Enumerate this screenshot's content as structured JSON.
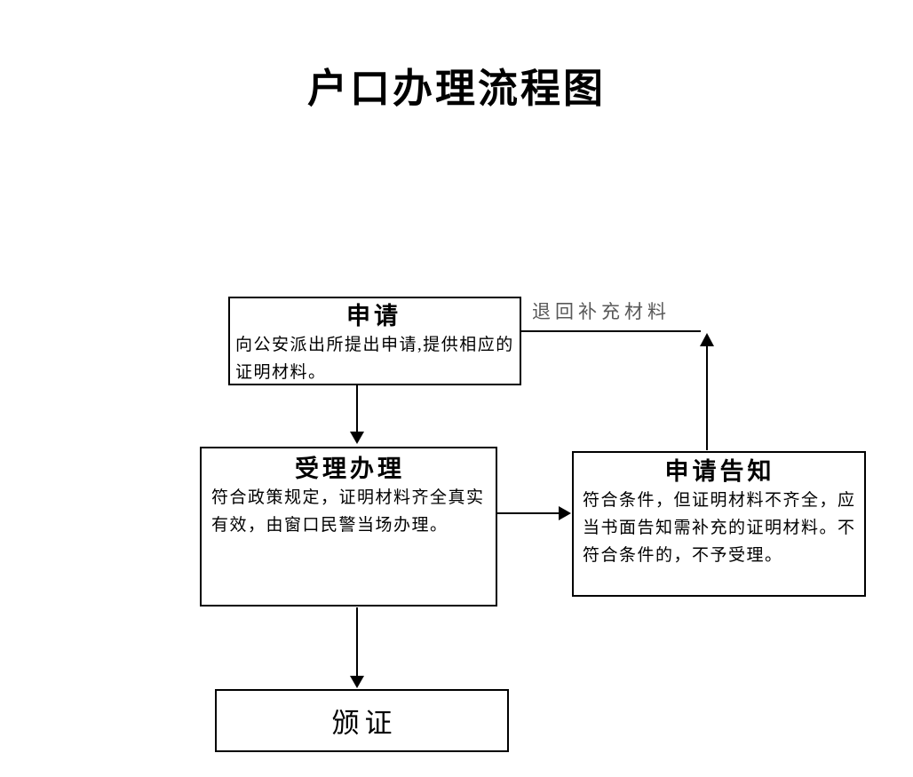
{
  "page": {
    "title": "户口办理流程图",
    "background_color": "#ffffff"
  },
  "flowchart": {
    "colors": {
      "line": "#000000",
      "node_border": "#000000",
      "node_text": "#000000",
      "edge_label_text": "#595959"
    },
    "nodes": [
      {
        "id": "apply",
        "title": "申请",
        "body_lines": [
          "向公安派出所提出申请,提供相应的",
          "证明材料。"
        ]
      },
      {
        "id": "process",
        "title": "受理办理",
        "body_lines": [
          "符合政策规定，证明材料齐全真实",
          "有效，由窗口民警当场办理。"
        ]
      },
      {
        "id": "notify",
        "title": "申请告知",
        "body_lines": [
          "符合条件，但证明材料不齐全，应",
          "当书面告知需补充的证明材料。不",
          "符合条件的，不予受理。"
        ]
      },
      {
        "id": "issue",
        "title": "颁证",
        "body_lines": []
      }
    ],
    "edges": [
      {
        "from": "申请",
        "to": "受理办理",
        "label": ""
      },
      {
        "from": "受理办理",
        "to": "申请告知",
        "label": ""
      },
      {
        "from": "受理办理",
        "to": "颁证",
        "label": ""
      },
      {
        "from": "申请告知",
        "to": "申请",
        "label": "退回补充材料"
      }
    ]
  }
}
